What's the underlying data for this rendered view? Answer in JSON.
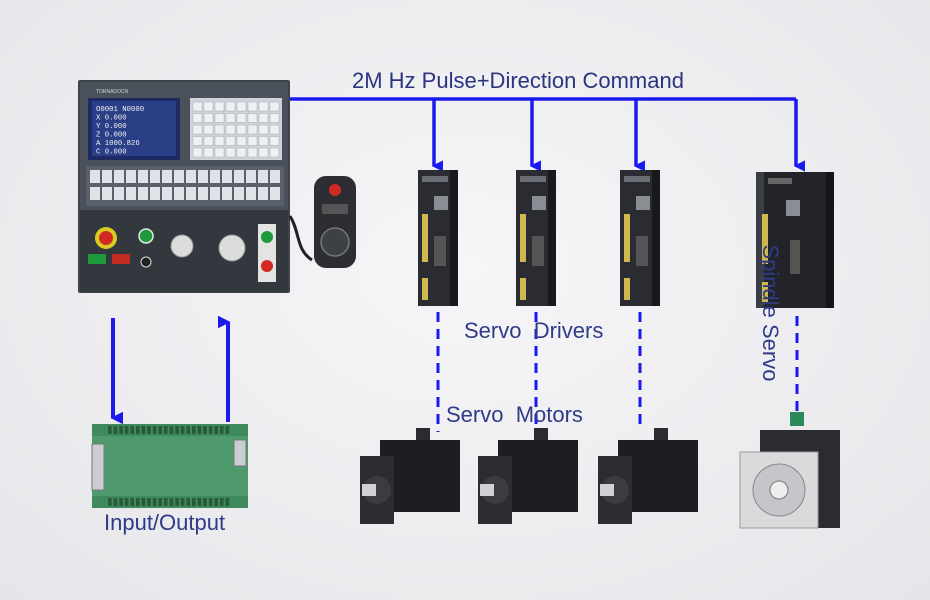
{
  "diagram": {
    "title": "2M Hz Pulse+Direction Command",
    "servo_drivers_label": "Servo  Drivers",
    "servo_motors_label": "Servo  Motors",
    "io_label": "Input/Output",
    "spindle_label": "Spindle Servo",
    "controller_screen": {
      "brand": "TORNADOCN",
      "lines": [
        "O0001 N0000",
        "X       0.000",
        "Y       0.000",
        "Z       0.000",
        "A    1000.826",
        "C       0.000"
      ]
    }
  },
  "colors": {
    "wire": "#1a1aee",
    "label": "#2f3b86",
    "background": "#ececf0",
    "panel": "#3a3e46",
    "device": "#2a2c31",
    "motor": "#1d1e22",
    "pcb": "#5aa67a"
  }
}
